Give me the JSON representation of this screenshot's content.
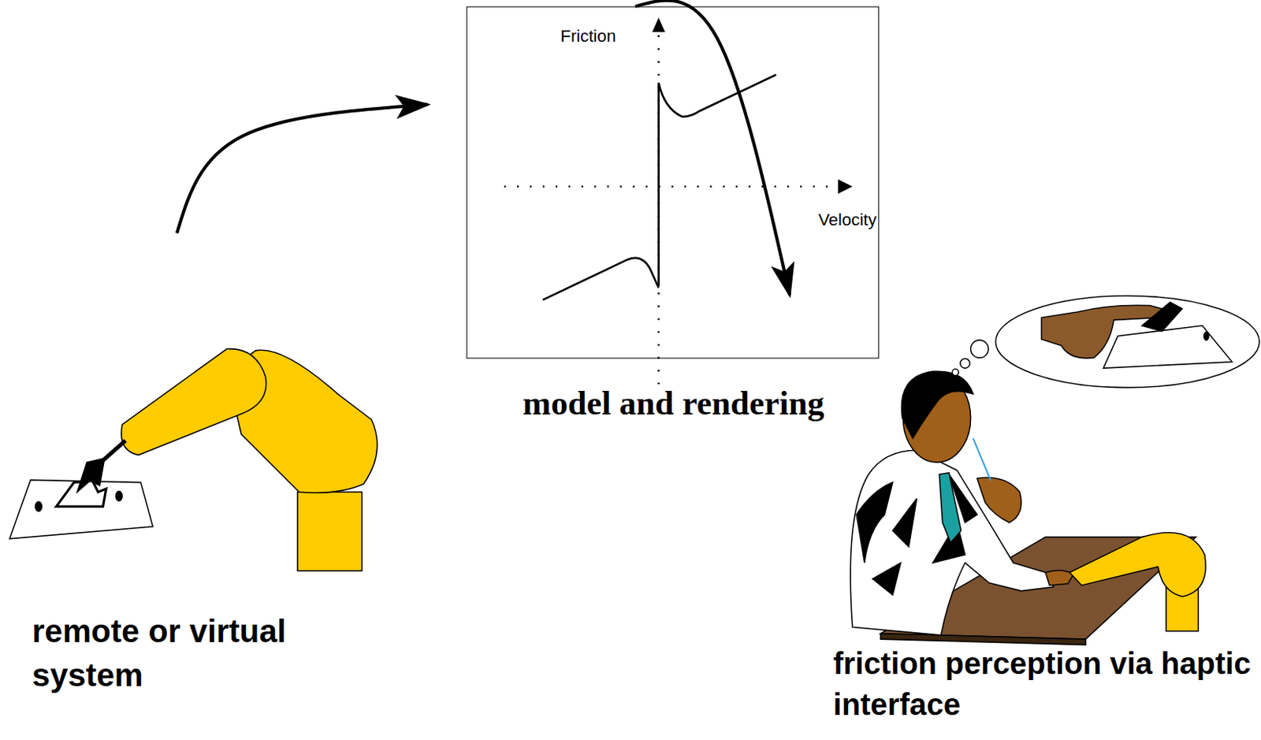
{
  "diagram": {
    "nodes": [
      {
        "text": [
          "remote or virtual system"
        ]
      },
      {
        "text": [
          "Friction",
          "Velocity",
          "model and rendering"
        ]
      },
      {
        "text": [
          "friction perception via haptic interface"
        ]
      }
    ],
    "edges": [
      {
        "from": 0,
        "to": 1,
        "arrow": "to"
      },
      {
        "from": 1,
        "to": 2,
        "arrow": "to"
      }
    ]
  }
}
